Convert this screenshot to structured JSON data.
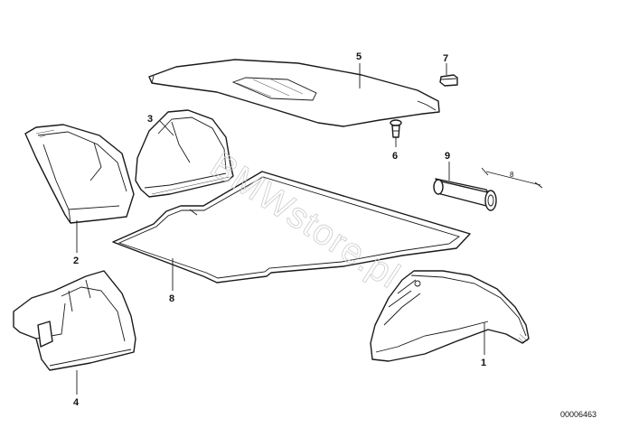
{
  "diagram": {
    "reference_number": "00006463",
    "watermark": "BMWstore.pl",
    "dimension_label": "8"
  },
  "parts": [
    {
      "id": "1",
      "label": "1"
    },
    {
      "id": "2",
      "label": "2"
    },
    {
      "id": "3",
      "label": "3"
    },
    {
      "id": "4",
      "label": "4"
    },
    {
      "id": "5",
      "label": "5"
    },
    {
      "id": "6",
      "label": "6"
    },
    {
      "id": "7",
      "label": "7"
    },
    {
      "id": "8",
      "label": "8"
    },
    {
      "id": "9",
      "label": "9"
    }
  ]
}
